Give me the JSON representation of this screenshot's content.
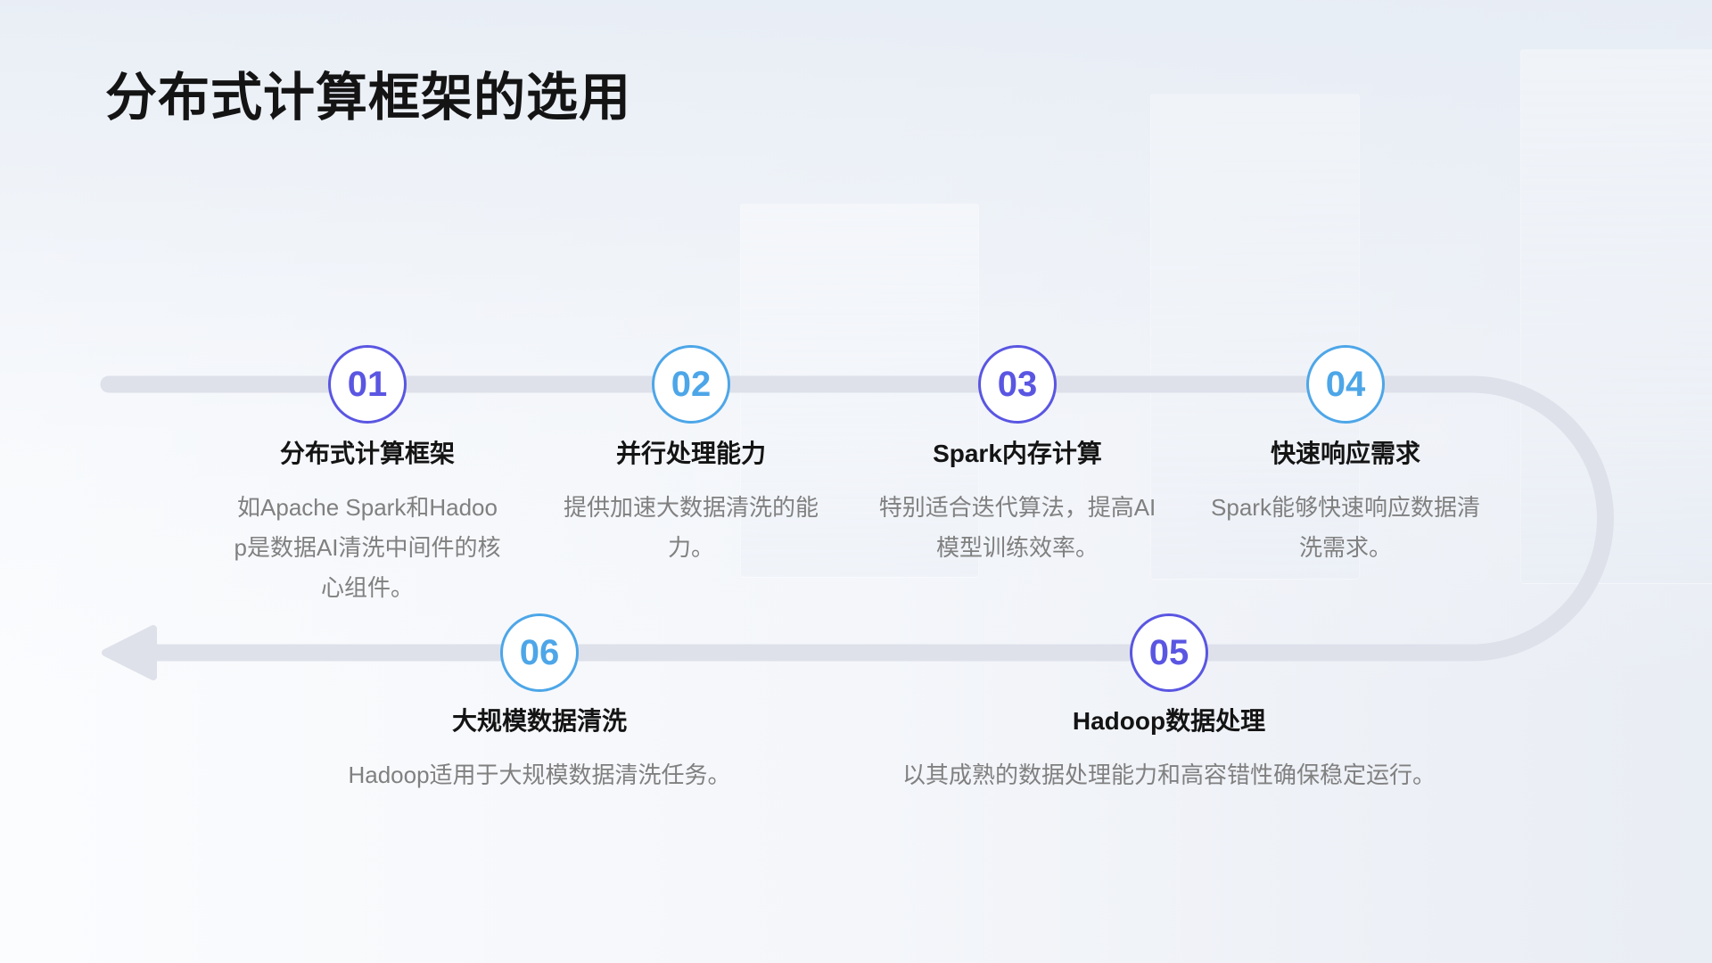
{
  "slide": {
    "title": "分布式计算框架的选用",
    "colors": {
      "purple": "#5a56e2",
      "blue": "#4da6e8",
      "track": "#dee1ea",
      "title_text": "#141414",
      "desc_text": "#808080"
    },
    "steps": [
      {
        "num": "01",
        "accent": "purple",
        "title": "分布式计算框架",
        "desc": "如Apache Spark和Hadoo\np是数据AI清洗中间件的核\n心组件。"
      },
      {
        "num": "02",
        "accent": "blue",
        "title": "并行处理能力",
        "desc": "提供加速大数据清洗的能\n力。"
      },
      {
        "num": "03",
        "accent": "purple",
        "title": "Spark内存计算",
        "desc": "特别适合迭代算法，提高AI\n模型训练效率。"
      },
      {
        "num": "04",
        "accent": "blue",
        "title": "快速响应需求",
        "desc": "Spark能够快速响应数据清\n洗需求。"
      },
      {
        "num": "05",
        "accent": "purple",
        "title": "Hadoop数据处理",
        "desc": "以其成熟的数据处理能力和高容错性确保稳定运行。"
      },
      {
        "num": "06",
        "accent": "blue",
        "title": "大规模数据清洗",
        "desc": "Hadoop适用于大规模数据清洗任务。"
      }
    ]
  }
}
